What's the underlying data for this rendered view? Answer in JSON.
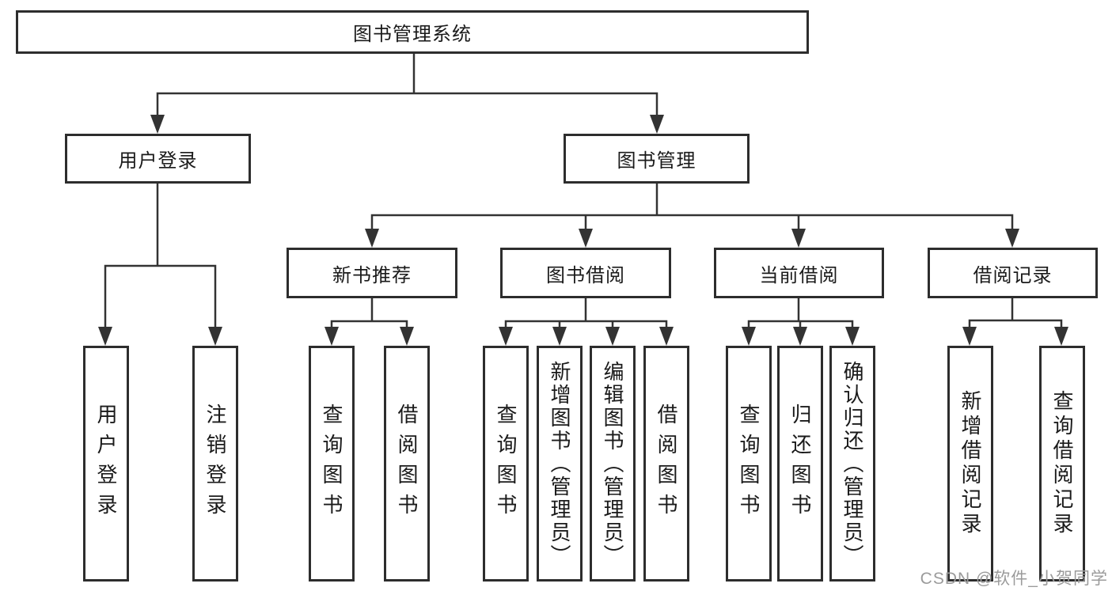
{
  "diagram": {
    "root": "图书管理系统",
    "branches": [
      {
        "label": "用户登录",
        "children": [
          "用户登录",
          "注销登录"
        ]
      },
      {
        "label": "图书管理",
        "groups": [
          {
            "label": "新书推荐",
            "children": [
              "查询图书",
              "借阅图书"
            ]
          },
          {
            "label": "图书借阅",
            "children": [
              "查询图书",
              "新增图书（管理员）",
              "编辑图书（管理员）",
              "借阅图书"
            ]
          },
          {
            "label": "当前借阅",
            "children": [
              "查询图书",
              "归还图书",
              "确认归还（管理员）"
            ]
          },
          {
            "label": "借阅记录",
            "children": [
              "新增借阅记录",
              "查询借阅记录"
            ]
          }
        ]
      }
    ],
    "colors": {
      "line": "#333333",
      "border": "#2d2d2d",
      "text": "#1a1a1a"
    }
  },
  "watermark": {
    "text": "CSDN @软件_小贺同学",
    "color": "#9b9b9b"
  }
}
